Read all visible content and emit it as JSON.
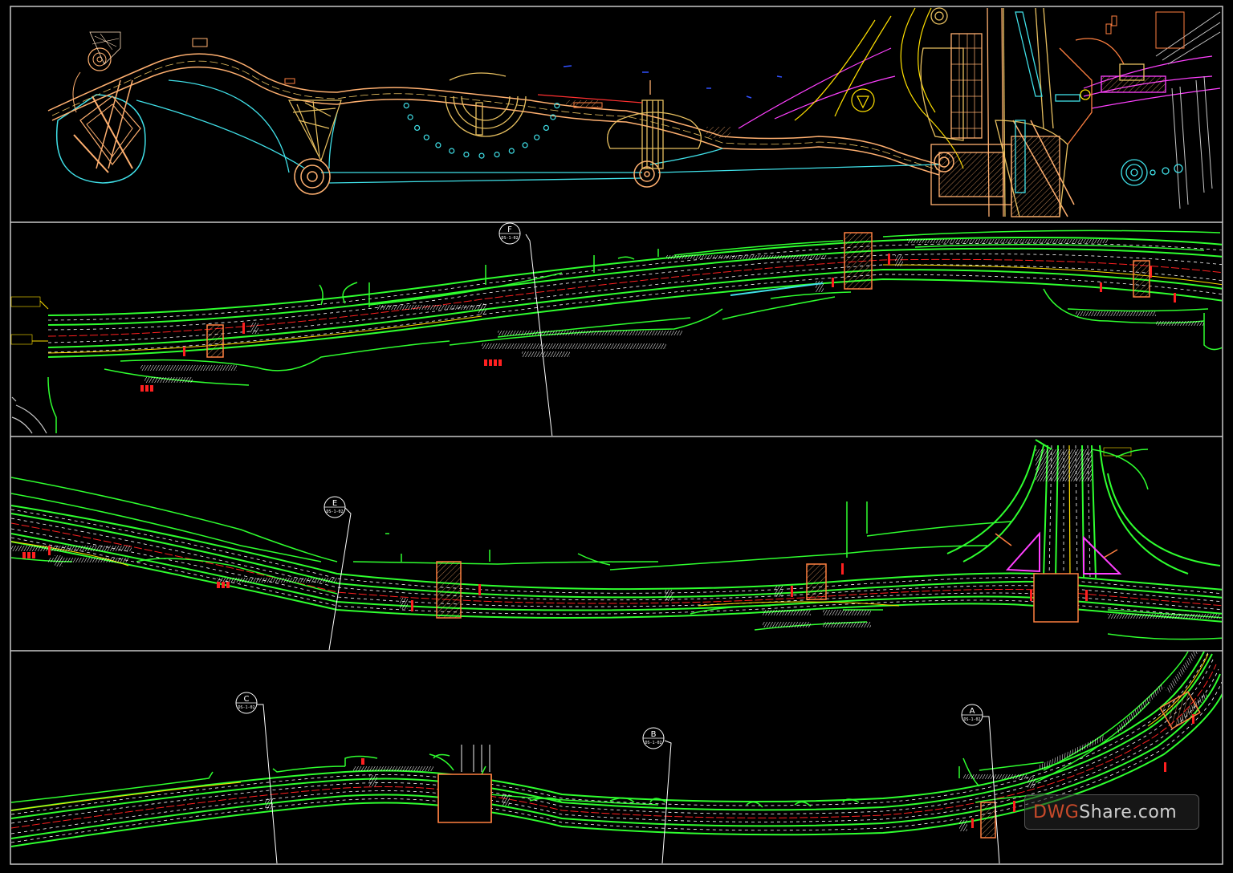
{
  "sheet": {
    "panels": [
      "site-plan",
      "road-segment-1",
      "road-segment-2",
      "road-segment-3"
    ]
  },
  "callouts": [
    {
      "id": "F",
      "letter": "F",
      "code": "DS-1-02"
    },
    {
      "id": "E",
      "letter": "E",
      "code": "DS-1-02"
    },
    {
      "id": "C",
      "letter": "C",
      "code": "DS-1-02"
    },
    {
      "id": "B",
      "letter": "B",
      "code": "DS-1-02"
    },
    {
      "id": "A",
      "letter": "A",
      "code": "DS-1-02"
    }
  ],
  "watermark": {
    "part1": "DWG",
    "part2": "Share.com"
  },
  "colors": {
    "background": "#000000",
    "frame": "#c8c8c8",
    "curb": "#2fff2f",
    "median_line": "#ff2020",
    "lane_marking": "#ffffff",
    "plaza": "#ffb070",
    "structure": "#e8c060",
    "water_feature": "#40e0e8",
    "annotation": "#ffe000",
    "island": "#ff40ff"
  }
}
